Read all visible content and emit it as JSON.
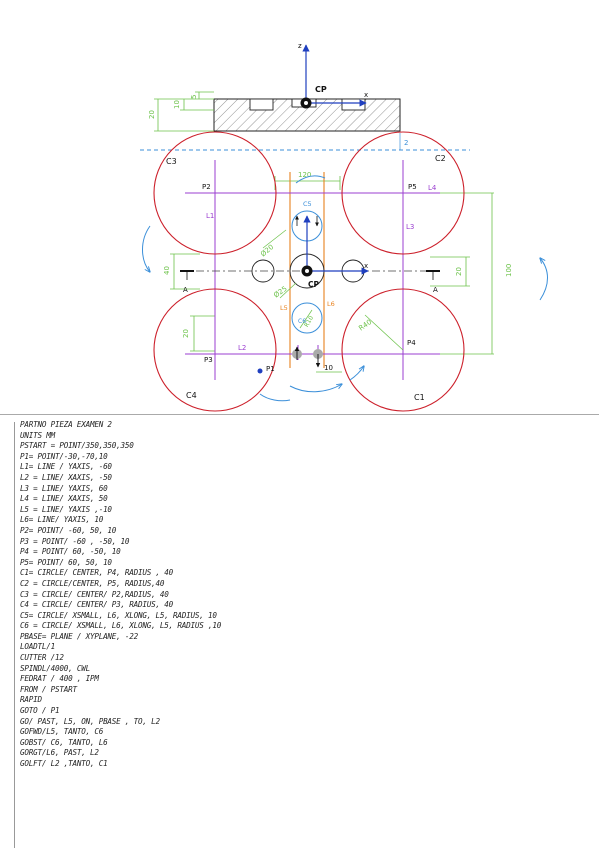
{
  "labels": {
    "cp_top": "CP",
    "cp_center": "CP",
    "axis_z": "z",
    "axis_x_top": "x",
    "axis_x_center": "x",
    "dim_20_left": "20",
    "dim_10": "10",
    "dim_5": "5",
    "dim_2": "2",
    "dim_120": "120",
    "dim_40": "40",
    "dim_20_right": "20",
    "dim_100": "100",
    "dim_20_low": "20",
    "dim_10_bottom": "10",
    "phi_20": "Ø20",
    "phi_25": "Ø25",
    "r40": "R40",
    "r10": "R10",
    "c1": "C1",
    "c2": "C2",
    "c3": "C3",
    "c4": "C4",
    "c5": "C5",
    "c6": "C6",
    "l1": "L1",
    "l2": "L2",
    "l3": "L3",
    "l4": "L4",
    "l5": "L5",
    "l6": "L6",
    "p1": "P1",
    "p2": "P2",
    "p3": "P3",
    "p4": "P4",
    "p5": "P5",
    "a_left": "A",
    "a_right": "A"
  },
  "code_lines": [
    "PARTNO PIEZA EXAMEN 2",
    "UNITS MM",
    "PSTART = POINT/350,350,350",
    "P1= POINT/-30,-70,10",
    "L1= LINE / YAXIS, -60",
    "L2 = LINE/ XAXIS, -50",
    "L3 = LINE/ YAXIS, 60",
    "L4 = LINE/ XAXIS, 50",
    "L5 = LINE/ YAXIS ,-10",
    "L6= LINE/ YAXIS, 10",
    "P2= POINT/ -60, 50, 10",
    "P3 = POINT/ -60 , -50, 10",
    "P4 = POINT/ 60, -50, 10",
    "P5= POINT/ 60, 50, 10",
    "C1= CIRCLE/ CENTER, P4, RADIUS , 40",
    "C2 = CIRCLE/CENTER, P5, RADIUS,40",
    "C3 = CIRCLE/ CENTER/ P2,RADIUS, 40",
    "C4 = CIRCLE/ CENTER/ P3, RADIUS, 40",
    "C5= CIRCLE/ XSMALL, L6, XLONG, L5, RADIUS, 10",
    "C6 = CIRCLE/ XSMALL, L6, XLONG, L5, RADIUS ,10",
    "PBASE= PLANE / XYPLANE, -22",
    "LOADTL/1",
    "CUTTER /12",
    "SPINDL/4000, CWL",
    "FEDRAT / 400 , IPM",
    "FROM / PSTART",
    "RAPID",
    "GOTO / P1",
    "GO/ PAST, L5, ON, PBASE , TO, L2",
    "GOFWD/L5, TANTO, C6",
    "GOBST/ C6, TANTO, L6",
    "GORGT/L6, PAST, L2",
    "GOLFT/ L2 ,TANTO, C1"
  ],
  "colors": {
    "circles": "#cc1f2a",
    "lines": "#9b3fd0",
    "dims": "#6cc24a",
    "slots": "#e8821e",
    "arrows": "#3b8fd9",
    "axes": "#1f3fbf"
  }
}
